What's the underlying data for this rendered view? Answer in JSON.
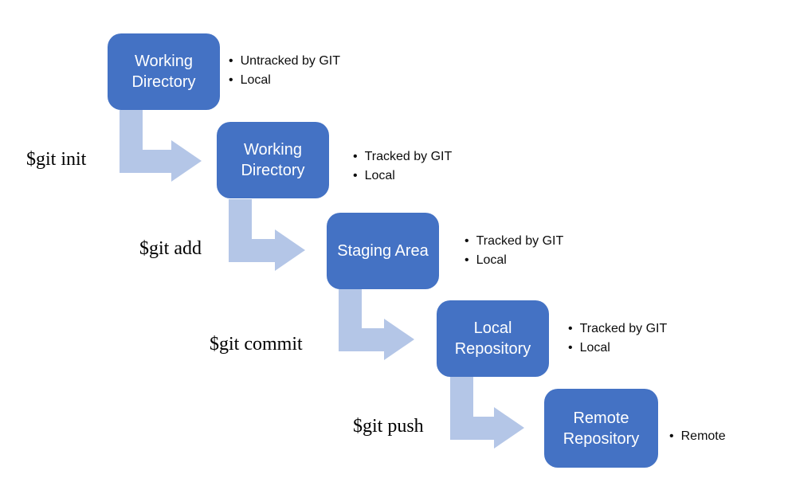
{
  "colors": {
    "box_fill": "#4472c4",
    "box_text": "#ffffff",
    "arrow_fill": "#b4c6e7",
    "annotation_text": "#0d0d0d",
    "command_text": "#000000",
    "background": "#ffffff"
  },
  "steps": [
    {
      "title": "Working Directory",
      "bullets": [
        "Untracked by GIT",
        "Local"
      ]
    },
    {
      "title": "Working Directory",
      "bullets": [
        "Tracked by GIT",
        "Local"
      ]
    },
    {
      "title": "Staging Area",
      "bullets": [
        "Tracked by GIT",
        "Local"
      ]
    },
    {
      "title": "Local Repository",
      "bullets": [
        "Tracked by GIT",
        "Local"
      ]
    },
    {
      "title": "Remote Repository",
      "bullets": [
        "Remote"
      ]
    }
  ],
  "commands": [
    "$git init",
    "$git add",
    "$git commit",
    "$git push"
  ]
}
